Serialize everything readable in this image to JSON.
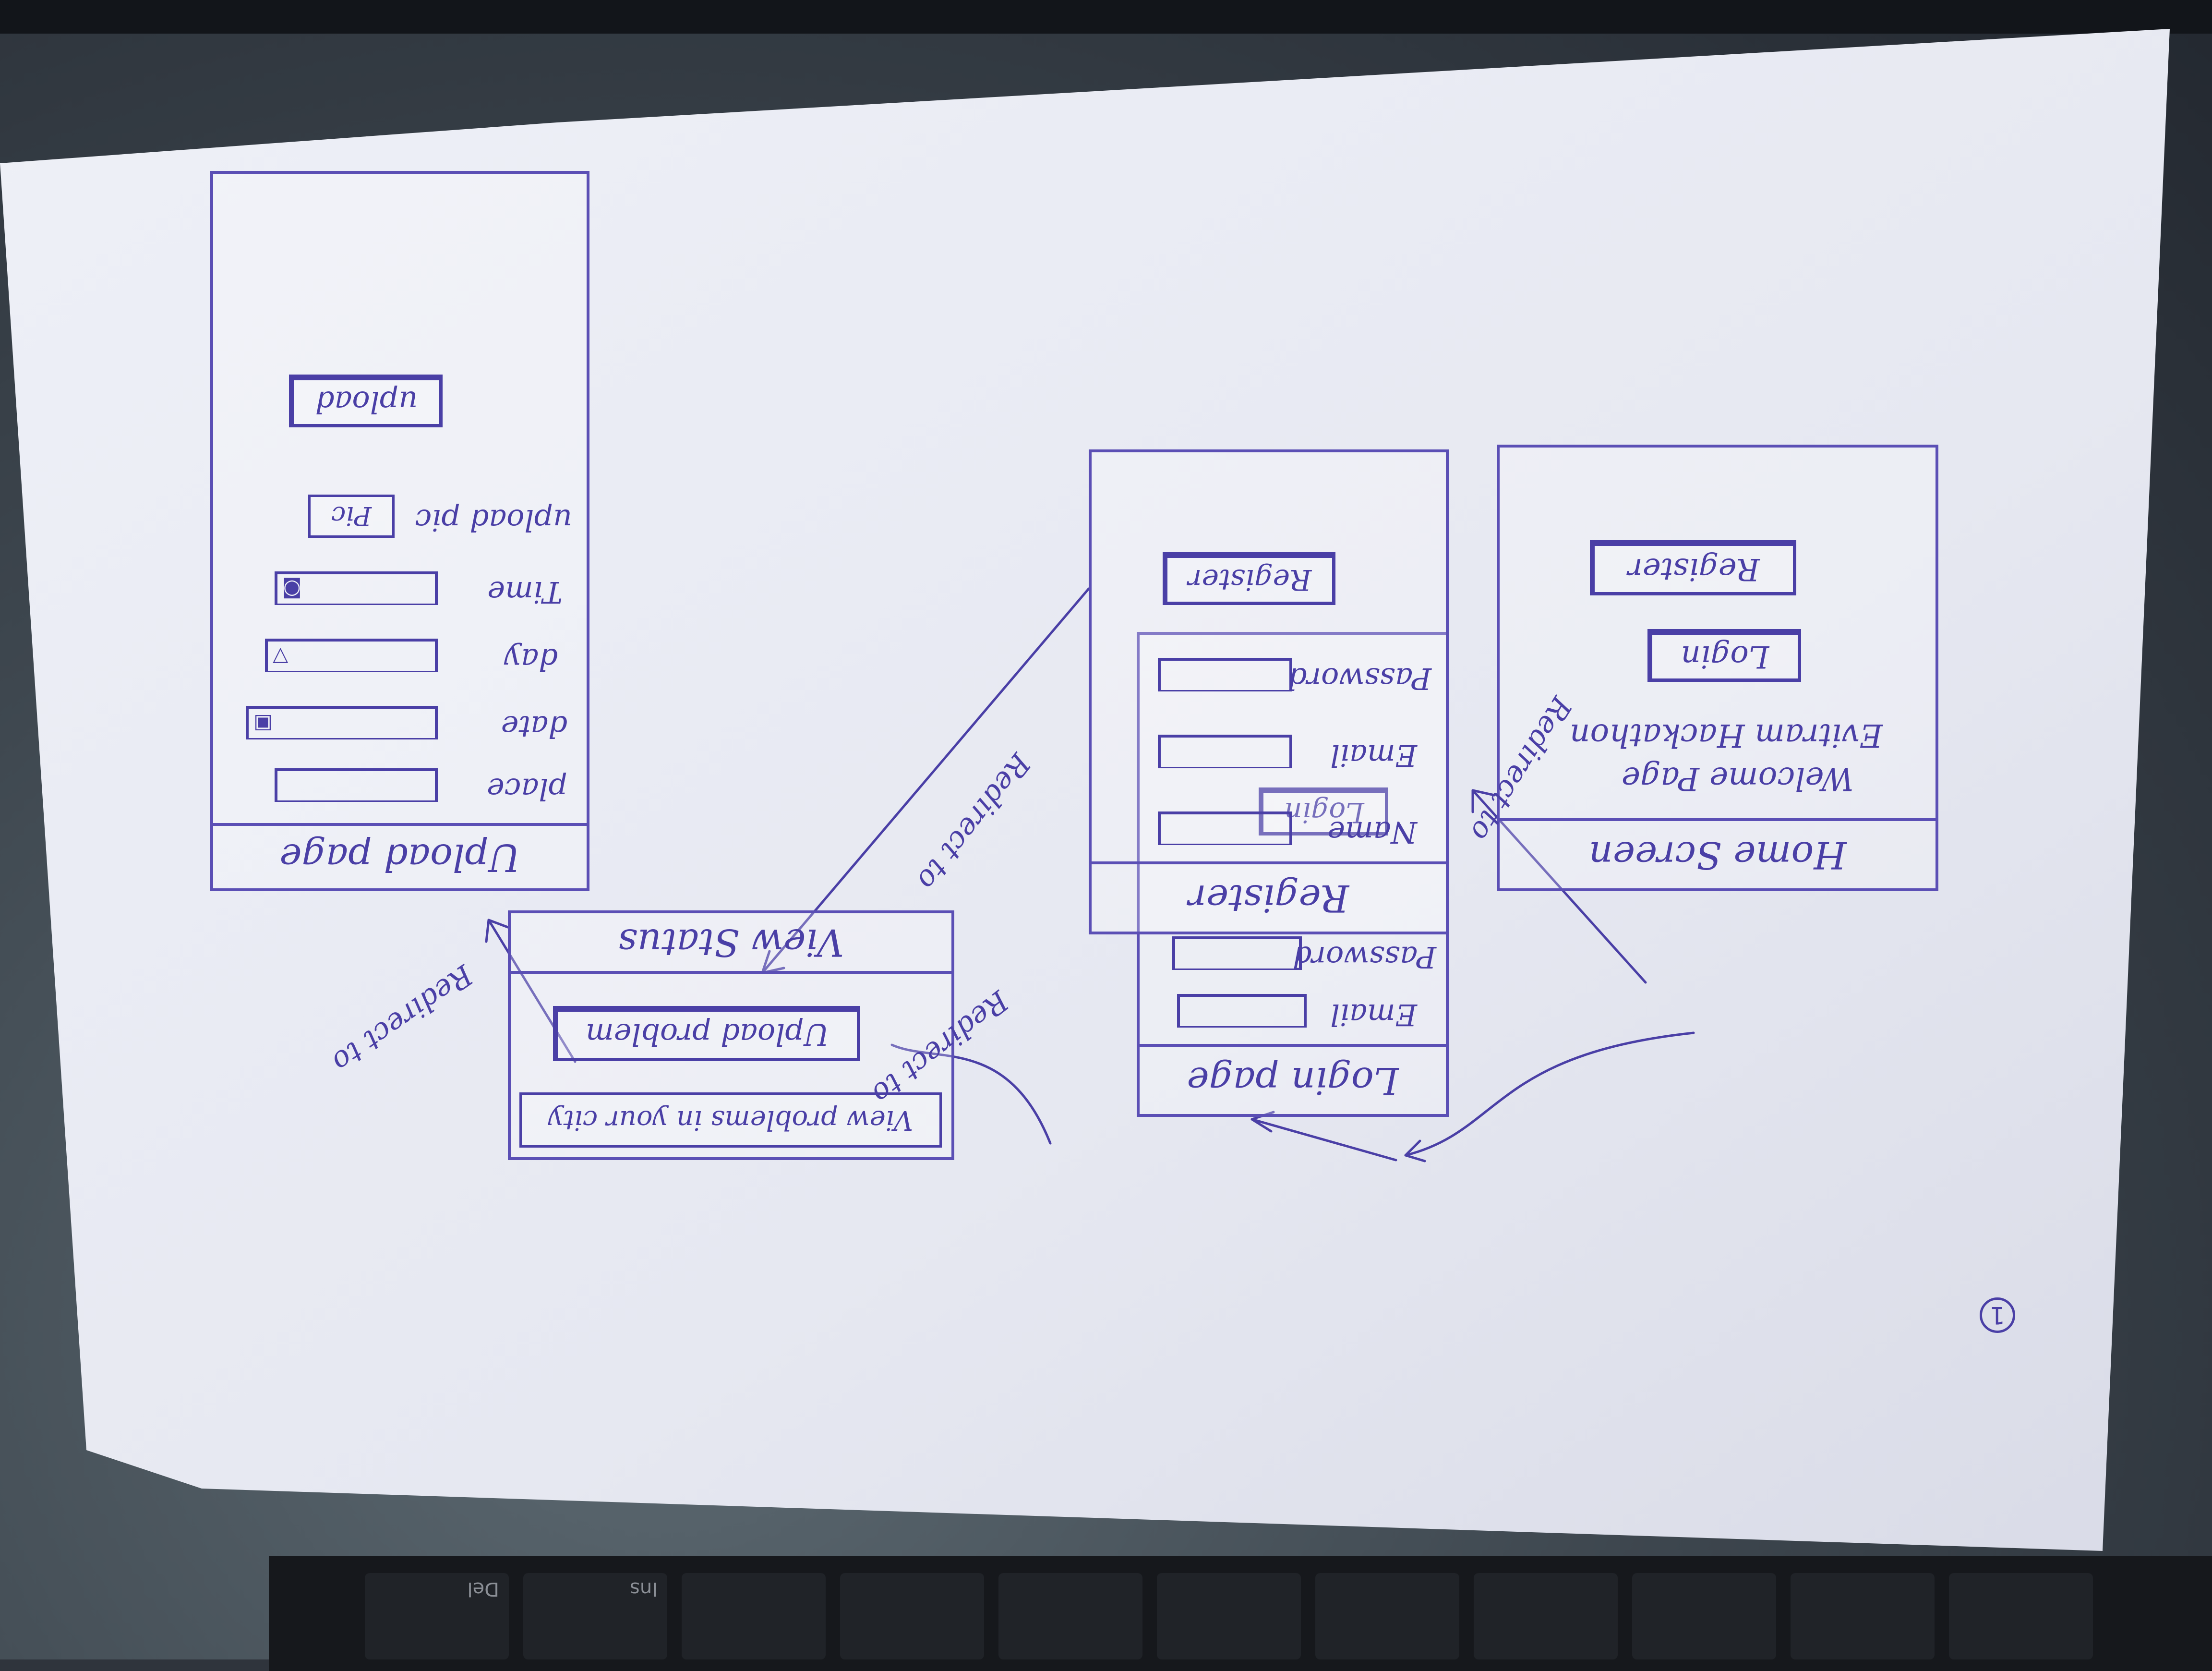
{
  "page_number": "1",
  "home": {
    "title": "Home Screen",
    "line1": "Welcome Page",
    "line2": "Evitram Hackathon",
    "login_button": "Login",
    "register_button": "Register"
  },
  "login": {
    "title": "Login page",
    "email_label": "Email",
    "password_label": "Password",
    "login_button": "Login"
  },
  "register": {
    "title": "Register",
    "name_label": "Name",
    "email_label": "Email",
    "password_label": "Password",
    "register_button": "Register"
  },
  "main": {
    "view_status": "View Status",
    "upload_button": "Upload problem",
    "view_button": "View problems in your city"
  },
  "upload": {
    "title": "Upload page",
    "place_label": "place",
    "date_label": "date",
    "day_label": "day",
    "time_label": "Time",
    "upload_pic_label": "upload pic",
    "pic_button": "Pic",
    "upload_button": "upload"
  },
  "arrows": {
    "redirect_register": "Redirect to",
    "redirect_login": "Redirect to",
    "redirect_view_status": "Redirect to",
    "redirect_upload": "Redirect to"
  },
  "colors": {
    "ink": "#4a3fa6",
    "paper": "#f1f2f7"
  }
}
